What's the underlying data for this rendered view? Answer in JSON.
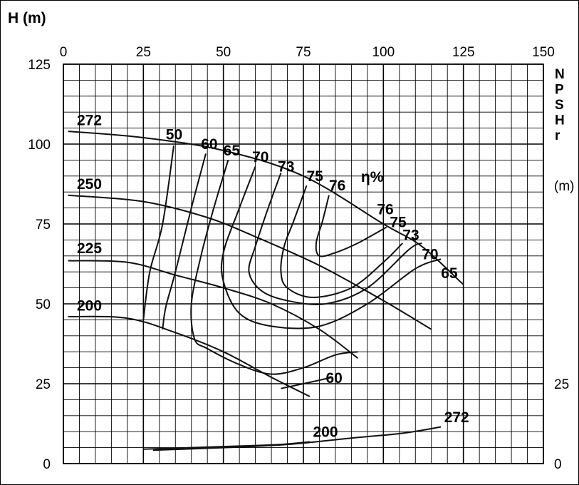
{
  "chart_data": {
    "type": "line",
    "ylabel": "H (m)",
    "y2label_letters": [
      "N",
      "P",
      "S",
      "H",
      "r"
    ],
    "y2unit": "(m)",
    "efficiency_label": "η%",
    "xlim": [
      0,
      150
    ],
    "ylim": [
      0,
      125
    ],
    "x_ticks": [
      "0",
      "25",
      "50",
      "75",
      "100",
      "125",
      "150"
    ],
    "x_tick_values": [
      0,
      25,
      50,
      75,
      100,
      125,
      150
    ],
    "y_ticks": [
      "0",
      "25",
      "50",
      "75",
      "100",
      "125"
    ],
    "y_tick_values": [
      0,
      25,
      50,
      75,
      100,
      125
    ],
    "y2_ticks": [
      "0",
      "25"
    ],
    "y2_tick_values": [
      0,
      25
    ],
    "grid": true,
    "head_curves": [
      {
        "name": "272",
        "points": [
          [
            1.5,
            104
          ],
          [
            25,
            102
          ],
          [
            50,
            98
          ],
          [
            75,
            90
          ],
          [
            100,
            75
          ],
          [
            112,
            68
          ],
          [
            125,
            56
          ]
        ]
      },
      {
        "name": "250",
        "points": [
          [
            1.5,
            84
          ],
          [
            25,
            82
          ],
          [
            45,
            77
          ],
          [
            60,
            71
          ],
          [
            80,
            62
          ],
          [
            100,
            51
          ],
          [
            115,
            42
          ]
        ]
      },
      {
        "name": "225",
        "points": [
          [
            1.5,
            63.5
          ],
          [
            20,
            63
          ],
          [
            35,
            59
          ],
          [
            50,
            55
          ],
          [
            65,
            50
          ],
          [
            80,
            42
          ],
          [
            92,
            33
          ]
        ]
      },
      {
        "name": "200",
        "points": [
          [
            1.5,
            46
          ],
          [
            20,
            45.5
          ],
          [
            35,
            41
          ],
          [
            50,
            35
          ],
          [
            65,
            27
          ],
          [
            77,
            21
          ]
        ]
      }
    ],
    "efficiency_curves": [
      {
        "name": "50",
        "points": [
          [
            34.5,
            99.5
          ],
          [
            31,
            75
          ],
          [
            27,
            60
          ],
          [
            25,
            45
          ]
        ]
      },
      {
        "name": "60",
        "points": [
          [
            44.5,
            97
          ],
          [
            40,
            80
          ],
          [
            35,
            60
          ],
          [
            32,
            49
          ],
          [
            31,
            42
          ]
        ]
      },
      {
        "name": "60",
        "points": [
          [
            51.5,
            95
          ],
          [
            47,
            80
          ],
          [
            43,
            65
          ],
          [
            40,
            50
          ],
          [
            41,
            39
          ],
          [
            45,
            36
          ],
          [
            55,
            31
          ],
          [
            65,
            28
          ],
          [
            75,
            30
          ],
          [
            85,
            34
          ],
          [
            92,
            35
          ]
        ]
      },
      {
        "name": "65",
        "points": [
          [
            51.5,
            95
          ],
          [
            47,
            80
          ],
          [
            43,
            65
          ],
          [
            40,
            50
          ],
          [
            41,
            39
          ],
          [
            45,
            36
          ],
          [
            55,
            31
          ],
          [
            65,
            28
          ],
          [
            75,
            30
          ],
          [
            85,
            34
          ],
          [
            92,
            35
          ]
        ]
      },
      {
        "name": "70",
        "points": [
          [
            60,
            93
          ],
          [
            55,
            80
          ],
          [
            50,
            66
          ],
          [
            50,
            57
          ],
          [
            55,
            47
          ],
          [
            65,
            43
          ],
          [
            80,
            43
          ],
          [
            95,
            50
          ],
          [
            110,
            61
          ],
          [
            118,
            64
          ]
        ]
      },
      {
        "name": "73",
        "points": [
          [
            68,
            91
          ],
          [
            64,
            80
          ],
          [
            60,
            68
          ],
          [
            58,
            60
          ],
          [
            62,
            54
          ],
          [
            70,
            51
          ],
          [
            82,
            50
          ],
          [
            95,
            55
          ],
          [
            108,
            67
          ],
          [
            112,
            69
          ]
        ]
      },
      {
        "name": "75",
        "points": [
          [
            76,
            87
          ],
          [
            72,
            76
          ],
          [
            69,
            68
          ],
          [
            68,
            60
          ],
          [
            70,
            55
          ],
          [
            78,
            52
          ],
          [
            90,
            55
          ],
          [
            100,
            63
          ],
          [
            106,
            69
          ]
        ]
      },
      {
        "name": "76",
        "points": [
          [
            83,
            84
          ],
          [
            81,
            76
          ],
          [
            79,
            69
          ],
          [
            80,
            65
          ],
          [
            85,
            66
          ],
          [
            92,
            69
          ],
          [
            101,
            74
          ]
        ]
      }
    ],
    "npsh_curves": [
      {
        "name": "200",
        "points": [
          [
            25,
            4.5
          ],
          [
            40,
            5
          ],
          [
            55,
            5.5
          ],
          [
            68,
            6
          ],
          [
            77,
            6.8
          ]
        ]
      },
      {
        "name": "272",
        "points": [
          [
            28,
            4.2
          ],
          [
            50,
            5
          ],
          [
            70,
            6
          ],
          [
            90,
            8
          ],
          [
            106,
            9.5
          ],
          [
            118,
            11.5
          ]
        ]
      }
    ],
    "head_labels": [
      "272",
      "250",
      "225",
      "200"
    ],
    "efficiency_top_labels": [
      "50",
      "60",
      "65",
      "70",
      "73",
      "75",
      "76"
    ],
    "efficiency_right_labels": [
      "76",
      "75",
      "73",
      "70",
      "65"
    ],
    "efficiency_bottom_label": "60",
    "npsh_labels": [
      "200",
      "272"
    ]
  }
}
